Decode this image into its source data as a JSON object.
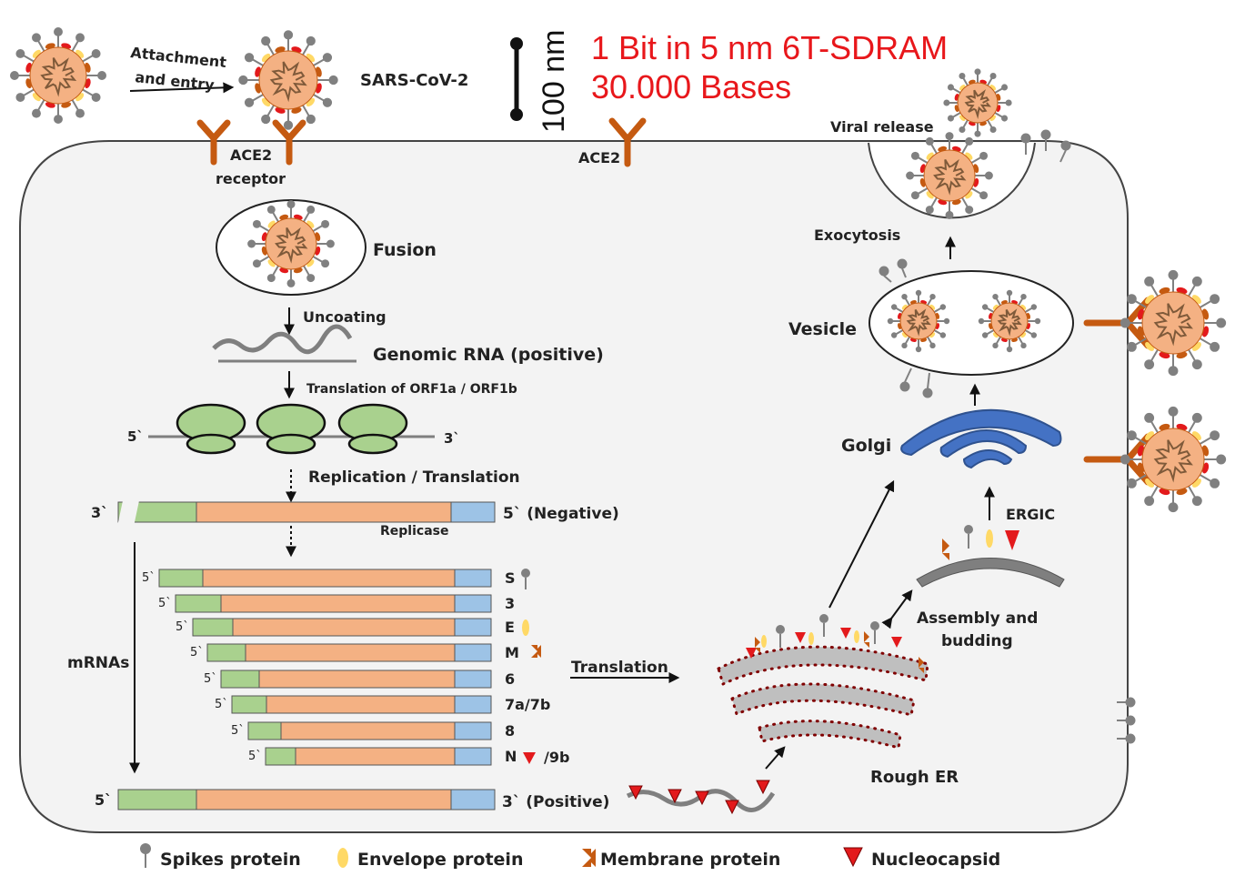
{
  "annotation": {
    "scale_bar": "100 nm",
    "line1": "1 Bit in 5 nm 6T-SDRAM",
    "line2": "30.000 Bases"
  },
  "labels": {
    "attachment_l1": "Attachment",
    "attachment_l2": "and entry",
    "virus_name": "SARS-CoV-2",
    "ace2_receptor_l1": "ACE2",
    "ace2_receptor_l2": "receptor",
    "ace2": "ACE2",
    "fusion": "Fusion",
    "uncoating": "Uncoating",
    "genomic_rna": "Genomic RNA (positive)",
    "translation_orf": "Translation of ORF1a / ORF1b",
    "five_prime": "5`",
    "three_prime": "3`",
    "replication": "Replication / Translation",
    "negative_right": "5` (Negative)",
    "replicase": "Replicase",
    "mrnas": "mRNAs",
    "translation": "Translation",
    "positive_right": "3` (Positive)",
    "rough_er": "Rough ER",
    "assembly_l1": "Assembly and",
    "assembly_l2": "budding",
    "ergic": "ERGIC",
    "golgi": "Golgi",
    "vesicle": "Vesicle",
    "exocytosis": "Exocytosis",
    "viral_release": "Viral release"
  },
  "mrna_labels": [
    "S",
    "3",
    "E",
    "M",
    "6",
    "7a/7b",
    "8",
    "N",
    "/9b"
  ],
  "legend": {
    "spikes": "Spikes protein",
    "envelope": "Envelope protein",
    "membrane": "Membrane protein",
    "nucleocapsid": "Nucleocapsid"
  },
  "colors": {
    "green": "#a8d08d",
    "orange": "#f4b183",
    "blue": "#9dc3e6",
    "virus_body": "#f4b183",
    "golgi": "#4472c4",
    "receptor": "#c55a11",
    "nucleocapsid": "#e31a1c",
    "envelope": "#ffd966",
    "annotation": "#e8171b"
  }
}
